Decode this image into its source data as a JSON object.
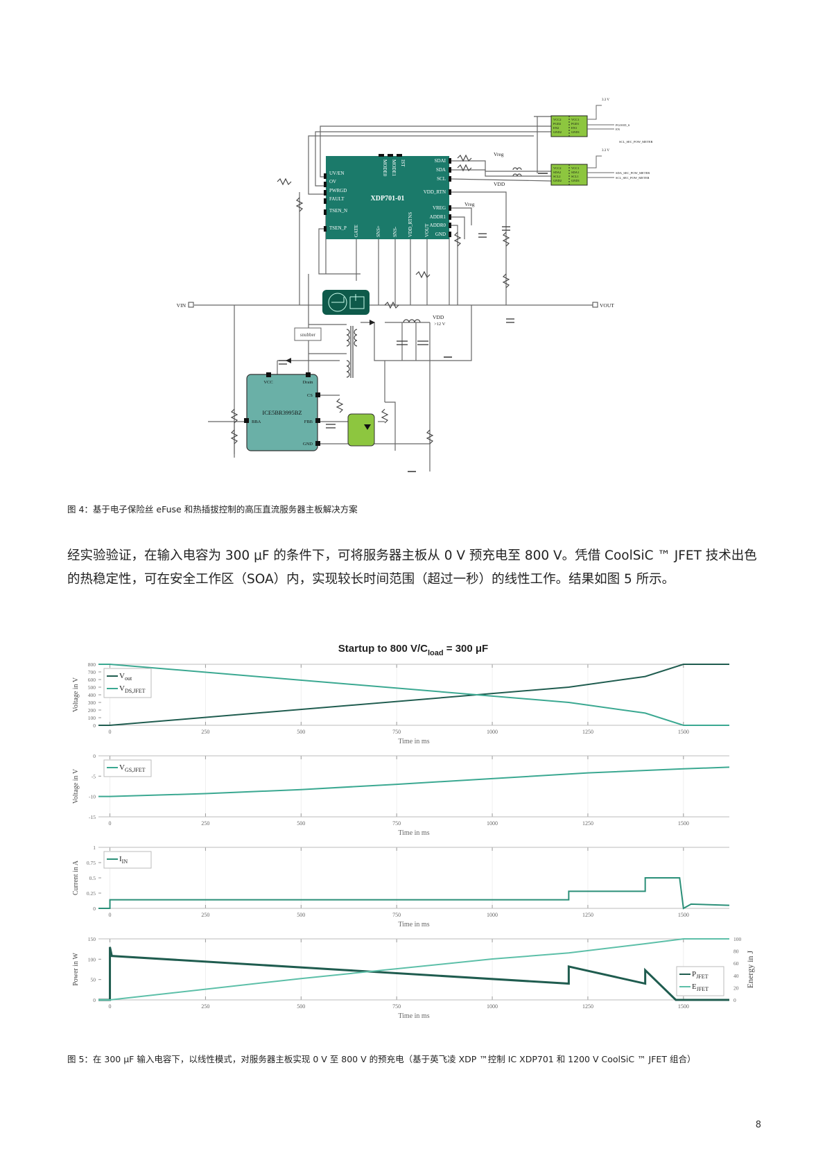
{
  "figure4": {
    "caption": "图 4：基于电子保险丝 eFuse 和热插拔控制的高压直流服务器主板解决方案",
    "schematic": {
      "main_ic": {
        "name": "XDP701-01",
        "left_pins": [
          "UV/EN",
          "OV",
          "PWRGD",
          "FAULT",
          "TSEN_N",
          "TSEN_P"
        ],
        "top_pins": [
          "MODE0",
          "MODE1",
          "IST"
        ],
        "right_pins": [
          "SDAI",
          "SDA",
          "SCL",
          "VDD_RTN",
          "VREG",
          "ADDR1",
          "ADDR0",
          "GND"
        ],
        "bottom_pins": [
          "GATE",
          "SNS+",
          "SNS-",
          "VDD_RTNS",
          "VOUT"
        ]
      },
      "isolator_top": {
        "left_pins": [
          "VCC2",
          "PGD2",
          "EN2",
          "GND2"
        ],
        "right_pins": [
          "VCC1",
          "PGD1",
          "EN1",
          "GND1"
        ],
        "supply": "3.3 V",
        "outputs": [
          "PGOOD_S",
          "EN"
        ]
      },
      "isolator_bottom": {
        "left_pins": [
          "VCC2",
          "SDA2",
          "SCL2",
          "GND2"
        ],
        "right_pins": [
          "VCC1",
          "SDA1",
          "SCL1",
          "GND1"
        ],
        "supply": "3.3 V",
        "outputs": [
          "SDA_SEC_POW_METER",
          "SCL_SEC_POW_METER"
        ],
        "label_between": "SCL_SEC_POW_METER"
      },
      "flyback_ic": {
        "name": "ICE5BR3995BZ",
        "pins": [
          "VCC",
          "Drain",
          "CS",
          "BBA",
          "FBB",
          "GND"
        ]
      },
      "labels": {
        "vin": "VIN",
        "vout": "VOUT",
        "vreg": "Vreg",
        "vdd": "VDD",
        "vdd_12": ">12 V",
        "snubber": "snubber"
      }
    }
  },
  "body": {
    "paragraph": "经实验验证，在输入电容为 300 μF 的条件下，可将服务器主板从 0 V 预充电至 800 V。凭借 CoolSiC ™ JFET 技术出色的热稳定性，可在安全工作区（SOA）内，实现较长时间范围（超过一秒）的线性工作。结果如图 5 所示。"
  },
  "figure5": {
    "caption": "图 5：在 300 μF 输入电容下，以线性模式，对服务器主板实现 0 V 至 800 V 的预充电（基于英飞凌 XDP ™控制 IC XDP701 和 1200 V CoolSiC ™ JFET 组合）",
    "title": "Startup to 800 V/C",
    "title_sub": "load",
    "title_tail": " = 300 μF"
  },
  "chart_data": [
    {
      "type": "line",
      "title": "Startup to 800 V/Cload = 300 μF",
      "xlabel": "Time in ms",
      "ylabel": "Voltage in V",
      "xlim": [
        -30,
        1620
      ],
      "ylim": [
        0,
        800
      ],
      "xticks": [
        0,
        250,
        500,
        750,
        1000,
        1250,
        1500
      ],
      "yticks": [
        0,
        100,
        200,
        300,
        400,
        500,
        600,
        700,
        800
      ],
      "grid": true,
      "legend_position": "upper left",
      "series": [
        {
          "name": "V_out",
          "color": "#1f5c4f",
          "x": [
            -30,
            0,
            1200,
            1400,
            1500,
            1620
          ],
          "y": [
            0,
            0,
            500,
            640,
            800,
            800
          ]
        },
        {
          "name": "V_DS,JFET",
          "color": "#3aa891",
          "x": [
            -30,
            0,
            1200,
            1400,
            1500,
            1620
          ],
          "y": [
            800,
            800,
            300,
            160,
            0,
            0
          ]
        }
      ]
    },
    {
      "type": "line",
      "xlabel": "Time in ms",
      "ylabel": "Voltage in V",
      "xlim": [
        -30,
        1620
      ],
      "ylim": [
        -15,
        0
      ],
      "xticks": [
        0,
        250,
        500,
        750,
        1000,
        1250,
        1500
      ],
      "yticks": [
        -15,
        -10,
        -5,
        0
      ],
      "grid": true,
      "legend_position": "upper left",
      "series": [
        {
          "name": "V_GS,JFET",
          "color": "#3aa891",
          "x": [
            -30,
            0,
            250,
            500,
            750,
            1000,
            1250,
            1500,
            1620
          ],
          "y": [
            -10,
            -10,
            -9.3,
            -8.3,
            -7.0,
            -5.6,
            -4.2,
            -3.2,
            -2.8
          ]
        }
      ]
    },
    {
      "type": "line",
      "xlabel": "Time in ms",
      "ylabel": "Current in A",
      "xlim": [
        -30,
        1620
      ],
      "ylim": [
        0,
        1
      ],
      "xticks": [
        0,
        250,
        500,
        750,
        1000,
        1250,
        1500
      ],
      "yticks": [
        0,
        0.25,
        0.5,
        0.75,
        1
      ],
      "grid": true,
      "legend_position": "upper left",
      "series": [
        {
          "name": "I_IN",
          "color": "#2a8f78",
          "x": [
            -30,
            0,
            0,
            1200,
            1200,
            1400,
            1400,
            1490,
            1500,
            1520,
            1620
          ],
          "y": [
            0,
            0,
            0.14,
            0.14,
            0.28,
            0.28,
            0.5,
            0.5,
            0.0,
            0.07,
            0.05
          ]
        }
      ]
    },
    {
      "type": "line",
      "xlabel": "Time in ms",
      "ylabel": "Power in W",
      "ylabel_right": "Energy in J",
      "xlim": [
        -30,
        1620
      ],
      "ylim": [
        0,
        150
      ],
      "ylim_right": [
        0,
        100
      ],
      "xticks": [
        0,
        250,
        500,
        750,
        1000,
        1250,
        1500
      ],
      "yticks": [
        0,
        50,
        100,
        150
      ],
      "yticks_right": [
        0,
        20,
        40,
        60,
        80,
        100
      ],
      "grid": true,
      "legend_position": "lower right",
      "series": [
        {
          "name": "P_JFET",
          "axis": "left",
          "color": "#1f5c4f",
          "x": [
            -30,
            0,
            0,
            5,
            1200,
            1200,
            1400,
            1400,
            1480,
            1620
          ],
          "y": [
            0,
            0,
            130,
            108,
            40,
            82,
            40,
            73,
            0,
            0
          ]
        },
        {
          "name": "E_JFET",
          "axis": "right",
          "color": "#5cbfa8",
          "x": [
            -30,
            0,
            500,
            1000,
            1200,
            1400,
            1500,
            1620
          ],
          "y": [
            0,
            0,
            35,
            67,
            77,
            92,
            100,
            100
          ]
        }
      ]
    }
  ],
  "page": {
    "number": "8"
  }
}
